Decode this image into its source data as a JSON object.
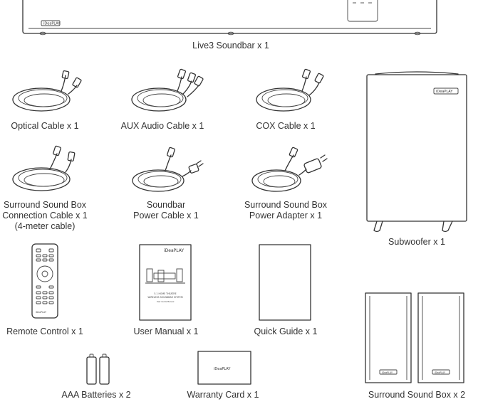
{
  "brand": "iDeaPLAY",
  "items": [
    {
      "id": "soundbar",
      "caption": "Live3 Soundbar x 1"
    },
    {
      "id": "optical",
      "caption": "Optical Cable x 1"
    },
    {
      "id": "aux",
      "caption": "AUX Audio Cable x 1"
    },
    {
      "id": "cox",
      "caption": "COX Cable x 1"
    },
    {
      "id": "surround-cable",
      "caption_lines": [
        "Surround Sound Box",
        "Connection Cable x 1",
        "(4-meter cable)"
      ]
    },
    {
      "id": "soundbar-power",
      "caption_lines": [
        "Soundbar",
        "Power Cable x 1"
      ]
    },
    {
      "id": "surround-adapter",
      "caption_lines": [
        "Surround Sound Box",
        "Power Adapter x 1"
      ]
    },
    {
      "id": "subwoofer",
      "caption": "Subwoofer x 1"
    },
    {
      "id": "remote",
      "caption": "Remote Control x 1"
    },
    {
      "id": "manual",
      "caption": "User Manual x 1"
    },
    {
      "id": "quick-guide",
      "caption": "Quick Guide x 1"
    },
    {
      "id": "batteries",
      "caption": "AAA Batteries x 2"
    },
    {
      "id": "warranty",
      "caption": "Warranty Card x 1"
    },
    {
      "id": "surround-box",
      "caption": "Surround Sound Box x 2"
    }
  ],
  "manual_text": {
    "line1": "5.1 HOME THEATRE",
    "line2": "WIRELESS SOUNDBAR SYSTEM",
    "line3": "User Guide Manual"
  }
}
